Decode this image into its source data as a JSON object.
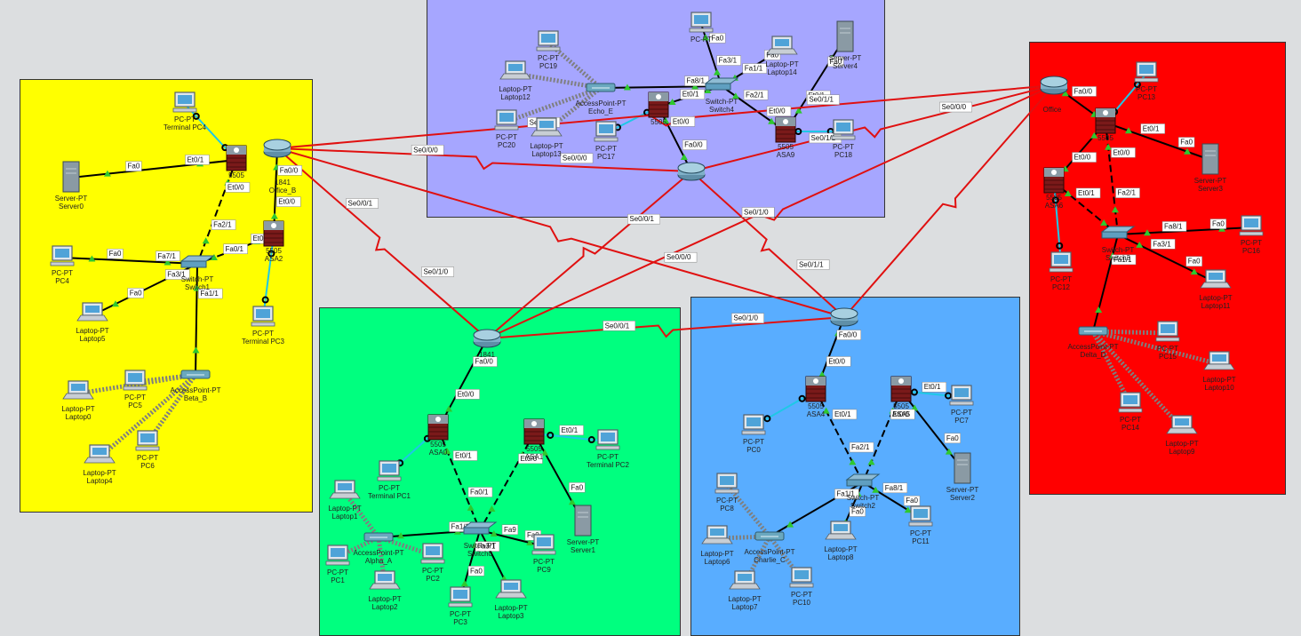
{
  "colors": {
    "background": "#dcdee0",
    "zone_yellow": "#ffff00",
    "zone_purple": "#a6a6ff",
    "zone_green": "#00ff7f",
    "zone_blue": "#59adff",
    "zone_red": "#ff0000",
    "serial_link": "#e01010",
    "copper_link": "#000000",
    "console_link": "#1ec8e6",
    "wireless_link": "#7f7f7f",
    "link_up": "#2fc82f"
  },
  "zones": [
    "yellow",
    "purple",
    "green",
    "blue",
    "red"
  ],
  "devices": [
    {
      "id": "pc4t",
      "kind": "PC",
      "type": "PC-PT",
      "name": "Terminal PC4"
    },
    {
      "id": "srv0",
      "kind": "Server",
      "type": "Server-PT",
      "name": "Server0"
    },
    {
      "id": "asa_y",
      "kind": "ASA",
      "type": "5505",
      "name": ""
    },
    {
      "id": "r_y",
      "kind": "Router",
      "type": "1841",
      "name": "Office_B"
    },
    {
      "id": "asa2",
      "kind": "ASA",
      "type": "5505",
      "name": "ASA2"
    },
    {
      "id": "pc4",
      "kind": "PC",
      "type": "PC-PT",
      "name": "PC4"
    },
    {
      "id": "sw1",
      "kind": "Switch",
      "type": "Switch-PT",
      "name": "Switch1"
    },
    {
      "id": "lap5",
      "kind": "Laptop",
      "type": "Laptop-PT",
      "name": "Laptop5"
    },
    {
      "id": "pc3t",
      "kind": "PC",
      "type": "PC-PT",
      "name": "Terminal PC3"
    },
    {
      "id": "apB",
      "kind": "AP",
      "type": "AccessPoint-PT",
      "name": "Beta_B"
    },
    {
      "id": "lap0",
      "kind": "Laptop",
      "type": "Laptop-PT",
      "name": "Laptop0"
    },
    {
      "id": "pc5",
      "kind": "PC",
      "type": "PC-PT",
      "name": "PC5"
    },
    {
      "id": "pc6",
      "kind": "PC",
      "type": "PC-PT",
      "name": "PC6"
    },
    {
      "id": "lap4",
      "kind": "Laptop",
      "type": "Laptop-PT",
      "name": "Laptop4"
    },
    {
      "id": "pc19",
      "kind": "PC",
      "type": "PC-PT",
      "name": "PC19"
    },
    {
      "id": "lap12",
      "kind": "Laptop",
      "type": "Laptop-PT",
      "name": "Laptop12"
    },
    {
      "id": "apE",
      "kind": "AP",
      "type": "AccessPoint-PT",
      "name": "Echo_E"
    },
    {
      "id": "pc20",
      "kind": "PC",
      "type": "PC-PT",
      "name": "PC20"
    },
    {
      "id": "lap13",
      "kind": "Laptop",
      "type": "Laptop-PT",
      "name": "Laptop13"
    },
    {
      "id": "pc17",
      "kind": "PC",
      "type": "PC-PT",
      "name": "PC17"
    },
    {
      "id": "asa_p",
      "kind": "ASA",
      "type": "5505",
      "name": ""
    },
    {
      "id": "pcTop",
      "kind": "PC",
      "type": "PC-PT",
      "name": ""
    },
    {
      "id": "sw4",
      "kind": "Switch",
      "type": "Switch-PT",
      "name": "Switch4"
    },
    {
      "id": "lap14",
      "kind": "Laptop",
      "type": "Laptop-PT",
      "name": "Laptop14"
    },
    {
      "id": "srv4",
      "kind": "Server",
      "type": "Server-PT",
      "name": "Server4"
    },
    {
      "id": "asa9",
      "kind": "ASA",
      "type": "5505",
      "name": "ASA9"
    },
    {
      "id": "pc18",
      "kind": "PC",
      "type": "PC-PT",
      "name": "PC18"
    },
    {
      "id": "r_p",
      "kind": "Router",
      "type": "",
      "name": ""
    },
    {
      "id": "r_g",
      "kind": "Router",
      "type": "1841",
      "name": ""
    },
    {
      "id": "pc1t",
      "kind": "PC",
      "type": "PC-PT",
      "name": "Terminal PC1"
    },
    {
      "id": "asa0",
      "kind": "ASA",
      "type": "5505",
      "name": "ASA0"
    },
    {
      "id": "asa1",
      "kind": "ASA",
      "type": "5505",
      "name": "ASA1"
    },
    {
      "id": "pc2t",
      "kind": "PC",
      "type": "PC-PT",
      "name": "Terminal PC2"
    },
    {
      "id": "lap1",
      "kind": "Laptop",
      "type": "Laptop-PT",
      "name": "Laptop1"
    },
    {
      "id": "apA",
      "kind": "AP",
      "type": "AccessPoint-PT",
      "name": "Alpha_A"
    },
    {
      "id": "pc1",
      "kind": "PC",
      "type": "PC-PT",
      "name": "PC1"
    },
    {
      "id": "pc2",
      "kind": "PC",
      "type": "PC-PT",
      "name": "PC2"
    },
    {
      "id": "sw0",
      "kind": "Switch",
      "type": "Switch-PT",
      "name": "Switch0"
    },
    {
      "id": "pc9",
      "kind": "PC",
      "type": "PC-PT",
      "name": "PC9"
    },
    {
      "id": "srv1",
      "kind": "Server",
      "type": "Server-PT",
      "name": "Server1"
    },
    {
      "id": "lap2",
      "kind": "Laptop",
      "type": "Laptop-PT",
      "name": "Laptop2"
    },
    {
      "id": "pc3",
      "kind": "PC",
      "type": "PC-PT",
      "name": "PC3"
    },
    {
      "id": "lap3",
      "kind": "Laptop",
      "type": "Laptop-PT",
      "name": "Laptop3"
    },
    {
      "id": "r_b",
      "kind": "Router",
      "type": "",
      "name": ""
    },
    {
      "id": "asa4",
      "kind": "ASA",
      "type": "5505",
      "name": "ASA4"
    },
    {
      "id": "asa5",
      "kind": "ASA",
      "type": "5505",
      "name": "ASA5"
    },
    {
      "id": "pc0",
      "kind": "PC",
      "type": "PC-PT",
      "name": "PC0"
    },
    {
      "id": "pc7",
      "kind": "PC",
      "type": "PC-PT",
      "name": "PC7"
    },
    {
      "id": "srv2",
      "kind": "Server",
      "type": "Server-PT",
      "name": "Server2"
    },
    {
      "id": "sw2",
      "kind": "Switch",
      "type": "Switch-PT",
      "name": "Switch2"
    },
    {
      "id": "pc8",
      "kind": "PC",
      "type": "PC-PT",
      "name": "PC8"
    },
    {
      "id": "apC",
      "kind": "AP",
      "type": "AccessPoint-PT",
      "name": "Charlie_C"
    },
    {
      "id": "lap6",
      "kind": "Laptop",
      "type": "Laptop-PT",
      "name": "Laptop6"
    },
    {
      "id": "lap8",
      "kind": "Laptop",
      "type": "Laptop-PT",
      "name": "Laptop8"
    },
    {
      "id": "pc11",
      "kind": "PC",
      "type": "PC-PT",
      "name": "PC11"
    },
    {
      "id": "lap7",
      "kind": "Laptop",
      "type": "Laptop-PT",
      "name": "Laptop7"
    },
    {
      "id": "pc10",
      "kind": "PC",
      "type": "PC-PT",
      "name": "PC10"
    },
    {
      "id": "r_r",
      "kind": "Router",
      "type": "",
      "name": "Office"
    },
    {
      "id": "pc13",
      "kind": "PC",
      "type": "PC-PT",
      "name": "PC13"
    },
    {
      "id": "asa_r",
      "kind": "ASA",
      "type": "5505",
      "name": ""
    },
    {
      "id": "srv3",
      "kind": "Server",
      "type": "Server-PT",
      "name": "Server3"
    },
    {
      "id": "asa6",
      "kind": "ASA",
      "type": "5505",
      "name": "ASA6"
    },
    {
      "id": "sw3",
      "kind": "Switch",
      "type": "Switch-PT",
      "name": "Switch3"
    },
    {
      "id": "pc16",
      "kind": "PC",
      "type": "PC-PT",
      "name": "PC16"
    },
    {
      "id": "pc12",
      "kind": "PC",
      "type": "PC-PT",
      "name": "PC12"
    },
    {
      "id": "lap11",
      "kind": "Laptop",
      "type": "Laptop-PT",
      "name": "Laptop11"
    },
    {
      "id": "apD",
      "kind": "AP",
      "type": "AccessPoint-PT",
      "name": "Delta_D"
    },
    {
      "id": "pc15",
      "kind": "PC",
      "type": "PC-PT",
      "name": "PC15"
    },
    {
      "id": "lap10",
      "kind": "Laptop",
      "type": "Laptop-PT",
      "name": "Laptop10"
    },
    {
      "id": "pc14",
      "kind": "PC",
      "type": "PC-PT",
      "name": "PC14"
    },
    {
      "id": "lap9",
      "kind": "Laptop",
      "type": "Laptop-PT",
      "name": "Laptop9"
    }
  ],
  "links": [
    {
      "a": "srv0",
      "b": "asa_y",
      "kind": "copper",
      "pa": "Fa0",
      "pb": "Et0/1"
    },
    {
      "a": "pc4t",
      "b": "asa_y",
      "kind": "console",
      "pa": "",
      "pb": ""
    },
    {
      "a": "asa_y",
      "b": "sw1",
      "kind": "dashed",
      "pa": "Et0/0",
      "pb": "Fa2/1"
    },
    {
      "a": "r_y",
      "b": "asa2",
      "kind": "copper",
      "pa": "Fa0/0",
      "pb": "Et0/0"
    },
    {
      "a": "asa2",
      "b": "sw1",
      "kind": "dashed",
      "pa": "Et0/1",
      "pb": "Fa0/1"
    },
    {
      "a": "asa2",
      "b": "pc3t",
      "kind": "console",
      "pa": "",
      "pb": ""
    },
    {
      "a": "pc4",
      "b": "sw1",
      "kind": "copper",
      "pa": "Fa0",
      "pb": "Fa7/1"
    },
    {
      "a": "lap5",
      "b": "sw1",
      "kind": "copper",
      "pa": "Fa0",
      "pb": "Fa3/1"
    },
    {
      "a": "apB",
      "b": "sw1",
      "kind": "copper",
      "pa": "",
      "pb": "Fa1/1"
    },
    {
      "a": "apB",
      "b": "lap0",
      "kind": "wireless",
      "pa": "",
      "pb": ""
    },
    {
      "a": "apB",
      "b": "pc5",
      "kind": "wireless",
      "pa": "",
      "pb": ""
    },
    {
      "a": "apB",
      "b": "pc6",
      "kind": "wireless",
      "pa": "",
      "pb": ""
    },
    {
      "a": "apB",
      "b": "lap4",
      "kind": "wireless",
      "pa": "",
      "pb": ""
    },
    {
      "a": "apE",
      "b": "pc19",
      "kind": "wireless",
      "pa": "",
      "pb": ""
    },
    {
      "a": "apE",
      "b": "lap12",
      "kind": "wireless",
      "pa": "",
      "pb": ""
    },
    {
      "a": "apE",
      "b": "pc20",
      "kind": "wireless",
      "pa": "",
      "pb": ""
    },
    {
      "a": "apE",
      "b": "lap13",
      "kind": "wireless",
      "pa": "",
      "pb": ""
    },
    {
      "a": "apE",
      "b": "sw4",
      "kind": "copper",
      "pa": "",
      "pb": "Fa8/1"
    },
    {
      "a": "asa_p",
      "b": "pc17",
      "kind": "console",
      "pa": "",
      "pb": ""
    },
    {
      "a": "asa_p",
      "b": "sw4",
      "kind": "copper",
      "pa": "Et0/1",
      "pb": ""
    },
    {
      "a": "asa_p",
      "b": "r_p",
      "kind": "copper",
      "pa": "Et0/0",
      "pb": "Fa0/0"
    },
    {
      "a": "pcTop",
      "b": "sw4",
      "kind": "copper",
      "pa": "Fa0",
      "pb": "Fa3/1"
    },
    {
      "a": "lap14",
      "b": "sw4",
      "kind": "copper",
      "pa": "Fa0",
      "pb": "Fa1/1"
    },
    {
      "a": "sw4",
      "b": "asa9",
      "kind": "copper",
      "pa": "Fa2/1",
      "pb": "Et0/0"
    },
    {
      "a": "srv4",
      "b": "asa9",
      "kind": "copper",
      "pa": "Fa0",
      "pb": "Et0/1"
    },
    {
      "a": "asa9",
      "b": "pc18",
      "kind": "console",
      "pa": "",
      "pb": ""
    },
    {
      "a": "r_g",
      "b": "asa0",
      "kind": "copper",
      "pa": "Fa0/0",
      "pb": "Et0/0"
    },
    {
      "a": "asa0",
      "b": "pc1t",
      "kind": "console",
      "pa": "",
      "pb": ""
    },
    {
      "a": "asa0",
      "b": "sw0",
      "kind": "dashed",
      "pa": "Et0/1",
      "pb": "Fa0/1"
    },
    {
      "a": "asa1",
      "b": "sw0",
      "kind": "dashed",
      "pa": "Et0/0",
      "pb": ""
    },
    {
      "a": "asa1",
      "b": "pc2t",
      "kind": "console",
      "pa": "Et0/1",
      "pb": ""
    },
    {
      "a": "asa1",
      "b": "srv1",
      "kind": "copper",
      "pa": "",
      "pb": "Fa0"
    },
    {
      "a": "apA",
      "b": "sw0",
      "kind": "copper",
      "pa": "",
      "pb": "Fa1/1"
    },
    {
      "a": "apA",
      "b": "lap1",
      "kind": "wireless",
      "pa": "",
      "pb": ""
    },
    {
      "a": "apA",
      "b": "pc1",
      "kind": "wireless",
      "pa": "",
      "pb": ""
    },
    {
      "a": "apA",
      "b": "pc2",
      "kind": "wireless",
      "pa": "",
      "pb": ""
    },
    {
      "a": "apA",
      "b": "lap2",
      "kind": "wireless",
      "pa": "",
      "pb": ""
    },
    {
      "a": "sw0",
      "b": "pc9",
      "kind": "copper",
      "pa": "Fa9",
      "pb": "Fa0"
    },
    {
      "a": "sw0",
      "b": "pc3",
      "kind": "copper",
      "pa": "Fa3/1",
      "pb": "Fa0"
    },
    {
      "a": "sw0",
      "b": "lap3",
      "kind": "copper",
      "pa": "",
      "pb": ""
    },
    {
      "a": "r_b",
      "b": "asa4",
      "kind": "copper",
      "pa": "Fa0/0",
      "pb": "Et0/0"
    },
    {
      "a": "asa4",
      "b": "pc0",
      "kind": "console",
      "pa": "",
      "pb": ""
    },
    {
      "a": "asa4",
      "b": "sw2",
      "kind": "dashed",
      "pa": "Et0/1",
      "pb": "Fa2/1"
    },
    {
      "a": "asa5",
      "b": "sw2",
      "kind": "dashed",
      "pa": "Et0/0",
      "pb": ""
    },
    {
      "a": "asa5",
      "b": "pc7",
      "kind": "console",
      "pa": "Et0/1",
      "pb": ""
    },
    {
      "a": "asa5",
      "b": "srv2",
      "kind": "copper",
      "pa": "",
      "pb": "Fa0"
    },
    {
      "a": "apC",
      "b": "sw2",
      "kind": "copper",
      "pa": "",
      "pb": "Fa1/1"
    },
    {
      "a": "apC",
      "b": "pc8",
      "kind": "wireless",
      "pa": "",
      "pb": ""
    },
    {
      "a": "apC",
      "b": "lap6",
      "kind": "wireless",
      "pa": "",
      "pb": ""
    },
    {
      "a": "apC",
      "b": "lap7",
      "kind": "wireless",
      "pa": "",
      "pb": ""
    },
    {
      "a": "apC",
      "b": "pc10",
      "kind": "wireless",
      "pa": "",
      "pb": ""
    },
    {
      "a": "sw2",
      "b": "lap8",
      "kind": "copper",
      "pa": "",
      "pb": "Fa0"
    },
    {
      "a": "sw2",
      "b": "pc11",
      "kind": "copper",
      "pa": "Fa8/1",
      "pb": "Fa0"
    },
    {
      "a": "r_r",
      "b": "asa_r",
      "kind": "copper",
      "pa": "Fa0/0",
      "pb": ""
    },
    {
      "a": "asa_r",
      "b": "pc13",
      "kind": "console",
      "pa": "",
      "pb": ""
    },
    {
      "a": "asa_r",
      "b": "srv3",
      "kind": "copper",
      "pa": "Et0/1",
      "pb": "Fa0"
    },
    {
      "a": "asa_r",
      "b": "sw3",
      "kind": "dashed",
      "pa": "Et0/0",
      "pb": "Fa2/1"
    },
    {
      "a": "asa6",
      "b": "sw3",
      "kind": "dashed",
      "pa": "Et0/1",
      "pb": ""
    },
    {
      "a": "asa6",
      "b": "pc12",
      "kind": "console",
      "pa": "",
      "pb": ""
    },
    {
      "a": "asa6",
      "b": "asa_r",
      "kind": "copper",
      "pa": "Et0/0",
      "pb": ""
    },
    {
      "a": "sw3",
      "b": "pc16",
      "kind": "copper",
      "pa": "Fa8/1",
      "pb": "Fa0"
    },
    {
      "a": "sw3",
      "b": "lap11",
      "kind": "copper",
      "pa": "Fa3/1",
      "pb": "Fa0"
    },
    {
      "a": "apD",
      "b": "sw3",
      "kind": "copper",
      "pa": "",
      "pb": "Fa1/1"
    },
    {
      "a": "apD",
      "b": "pc15",
      "kind": "wireless",
      "pa": "",
      "pb": ""
    },
    {
      "a": "apD",
      "b": "lap10",
      "kind": "wireless",
      "pa": "",
      "pb": ""
    },
    {
      "a": "apD",
      "b": "pc14",
      "kind": "wireless",
      "pa": "",
      "pb": ""
    },
    {
      "a": "apD",
      "b": "lap9",
      "kind": "wireless",
      "pa": "",
      "pb": ""
    },
    {
      "a": "r_y",
      "b": "r_p",
      "kind": "serial",
      "pa": "Se0/0/0",
      "pb": "Se0/0/0"
    },
    {
      "a": "r_y",
      "b": "r_r",
      "kind": "serial",
      "pa": "Se0/1/1",
      "pb": "Se0/1/1"
    },
    {
      "a": "r_y",
      "b": "r_g",
      "kind": "serial",
      "pa": "Se0/0/1",
      "pb": "Se0/1/0"
    },
    {
      "a": "r_y",
      "b": "r_b",
      "kind": "serial",
      "pa": "",
      "pb": "Se0/0/0"
    },
    {
      "a": "r_p",
      "b": "r_g",
      "kind": "serial",
      "pa": "Se0/0/1",
      "pb": ""
    },
    {
      "a": "r_p",
      "b": "r_r",
      "kind": "serial",
      "pa": "Se0/1/1",
      "pb": "Se0/0/0"
    },
    {
      "a": "r_p",
      "b": "r_b",
      "kind": "serial",
      "pa": "Se0/1/0",
      "pb": "Se0/1/1"
    },
    {
      "a": "r_g",
      "b": "r_b",
      "kind": "serial",
      "pa": "Se0/0/1",
      "pb": "Se0/1/0"
    },
    {
      "a": "r_g",
      "b": "r_r",
      "kind": "serial",
      "pa": "",
      "pb": ""
    },
    {
      "a": "r_b",
      "b": "r_r",
      "kind": "serial",
      "pa": "",
      "pb": ""
    }
  ]
}
